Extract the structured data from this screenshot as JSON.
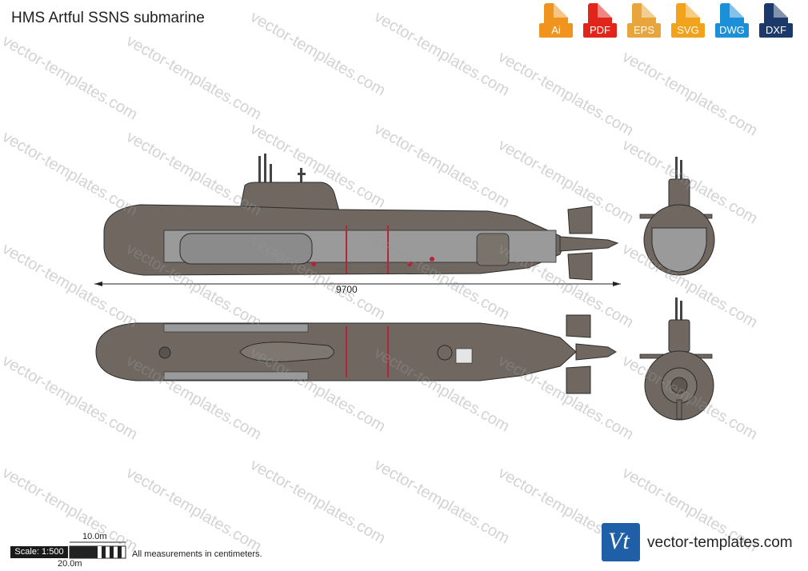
{
  "title": "HMS Artful SSNS submarine",
  "formats": [
    {
      "label": "Ai",
      "color": "#f0941d",
      "icon": "file-ai-icon"
    },
    {
      "label": "PDF",
      "color": "#e1251b",
      "icon": "file-pdf-icon"
    },
    {
      "label": "EPS",
      "color": "#e8a53c",
      "icon": "file-eps-icon"
    },
    {
      "label": "SVG",
      "color": "#f2a21b",
      "icon": "file-svg-icon"
    },
    {
      "label": "DWG",
      "color": "#1b8fd8",
      "icon": "file-dwg-icon"
    },
    {
      "label": "DXF",
      "color": "#1b3a6b",
      "icon": "file-dxf-icon"
    }
  ],
  "dimension": "9700",
  "scale": {
    "label": "Scale: 1:500",
    "ten": "10.0m",
    "twenty": "20.0m"
  },
  "note": "All measurements in centimeters.",
  "brand": {
    "logo": "Vt",
    "site": "vector-templates.com"
  },
  "watermark": "vector-templates.com",
  "colors": {
    "hull": "#6f6760",
    "panel": "#9a9a9a",
    "accent": "#b0263a",
    "outline": "#2b2b2b"
  }
}
